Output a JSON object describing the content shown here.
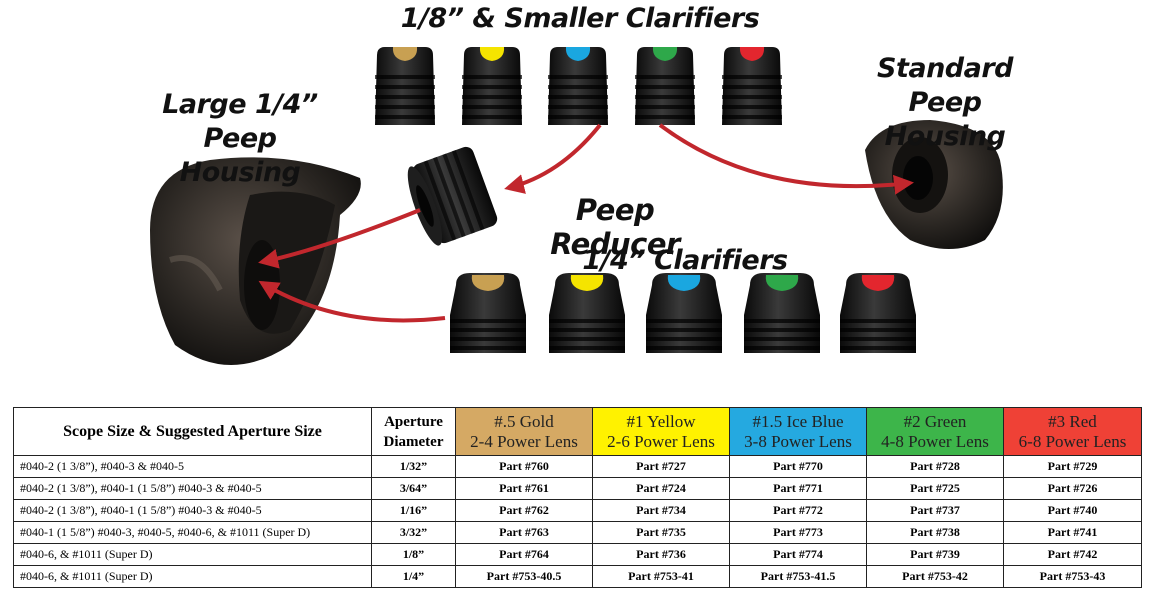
{
  "labels": {
    "small_clarifiers": "1/8” & Smaller Clarifiers",
    "large_housing_1": "Large 1/4”",
    "large_housing_2": "Peep Housing",
    "standard_housing_1": "Standard",
    "standard_housing_2": "Peep Housing",
    "peep_reducer": "Peep Reducer",
    "quarter_clarifiers": "1/4” Clarifiers"
  },
  "lens_colors": [
    "#c8a052",
    "#f5e400",
    "#1aa7e0",
    "#2ea84a",
    "#e3262e"
  ],
  "table": {
    "headers": {
      "scope": "Scope Size & Suggested Aperture Size",
      "aperture_1": "Aperture",
      "aperture_2": "Diameter",
      "lenses": [
        {
          "line1": "#.5 Gold",
          "line2": "2-4 Power Lens",
          "color": "#d5a964"
        },
        {
          "line1": "#1 Yellow",
          "line2": "2-6 Power Lens",
          "color": "#fff200"
        },
        {
          "line1": "#1.5 Ice Blue",
          "line2": "3-8 Power Lens",
          "color": "#25a9e0"
        },
        {
          "line1": "#2 Green",
          "line2": "4-8 Power Lens",
          "color": "#3db54a"
        },
        {
          "line1": "#3 Red",
          "line2": "6-8 Power Lens",
          "color": "#ef4136"
        }
      ]
    },
    "rows": [
      {
        "scope": "#040-2 (1 3/8”), #040-3 & #040-5",
        "aperture": "1/32”",
        "parts": [
          "Part #760",
          "Part #727",
          "Part #770",
          "Part #728",
          "Part #729"
        ]
      },
      {
        "scope": "#040-2 (1 3/8”),  #040-1 (1 5/8”) #040-3 & #040-5",
        "aperture": "3/64”",
        "parts": [
          "Part #761",
          "Part #724",
          "Part #771",
          "Part #725",
          "Part #726"
        ]
      },
      {
        "scope": "#040-2 (1 3/8”),  #040-1 (1 5/8”) #040-3 & #040-5",
        "aperture": "1/16”",
        "parts": [
          "Part #762",
          "Part #734",
          "Part #772",
          "Part #737",
          "Part #740"
        ]
      },
      {
        "scope": "#040-1 (1 5/8”) #040-3, #040-5, #040-6, & #1011 (Super D)",
        "aperture": "3/32”",
        "parts": [
          "Part #763",
          "Part #735",
          "Part #773",
          "Part #738",
          "Part #741"
        ]
      },
      {
        "scope": "#040-6, & #1011 (Super D)",
        "aperture": "1/8”",
        "parts": [
          "Part #764",
          "Part #736",
          "Part #774",
          "Part #739",
          "Part #742"
        ]
      },
      {
        "scope": "#040-6, & #1011 (Super D)",
        "aperture": "1/4”",
        "parts": [
          "Part #753-40.5",
          "Part #753-41",
          "Part #753-41.5",
          "Part #753-42",
          "Part #753-43"
        ]
      }
    ]
  }
}
